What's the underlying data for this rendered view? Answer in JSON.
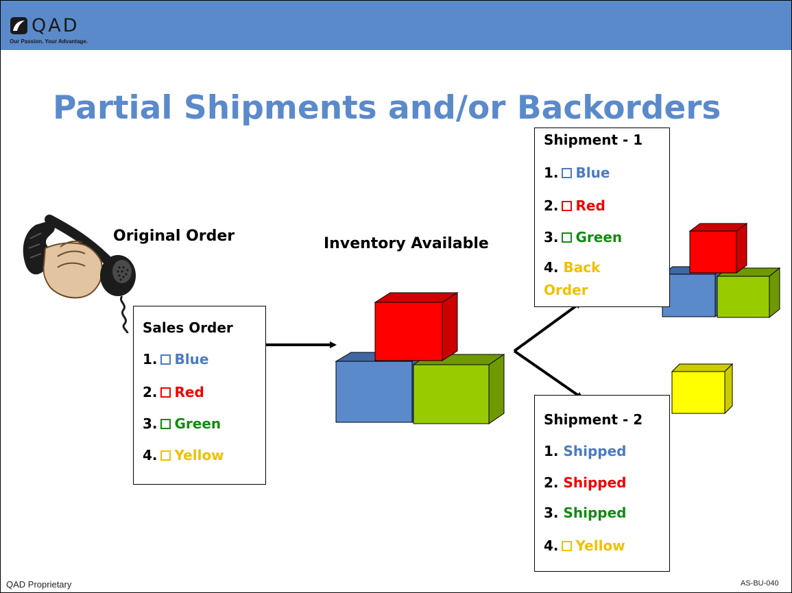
{
  "header": {
    "logo_text": "QAD",
    "tagline": "Our Passion. Your Advantage."
  },
  "title": "Partial Shipments and/or Backorders",
  "labels": {
    "original_order": "Original Order",
    "inventory_available": "Inventory Available"
  },
  "sales_order": {
    "heading": "Sales Order",
    "items": [
      {
        "num": "1.",
        "text": "Blue"
      },
      {
        "num": "2.",
        "text": "Red"
      },
      {
        "num": "3.",
        "text": "Green"
      },
      {
        "num": "4.",
        "text": "Yellow"
      }
    ]
  },
  "shipment1": {
    "heading": "Shipment - 1",
    "items": [
      {
        "num": "1.",
        "text": "Blue"
      },
      {
        "num": "2.",
        "text": "Red"
      },
      {
        "num": "3.",
        "text": "Green"
      },
      {
        "num": "4.",
        "text_line1": "Back",
        "text_line2": "Order"
      }
    ]
  },
  "shipment2": {
    "heading": "Shipment - 2",
    "items": [
      {
        "num": "1.",
        "text": "Shipped"
      },
      {
        "num": "2.",
        "text": "Shipped"
      },
      {
        "num": "3.",
        "text": "Shipped"
      },
      {
        "num": "4.",
        "text": "Yellow"
      }
    ]
  },
  "footer": {
    "left": "QAD Proprietary",
    "right": "AS-BU-040"
  },
  "colors": {
    "header": "#5b8acb",
    "blue": "#4a7bc0",
    "red": "#f00000",
    "green": "#138a13",
    "yellow": "#f0c000",
    "cube_blue": "#5b8acb",
    "cube_red": "#ff0000",
    "cube_green": "#99cc00",
    "cube_yellow": "#ffff00"
  },
  "icons": [
    "qad-logo-icon",
    "telephone-icon",
    "block-icon",
    "arrow-icon"
  ]
}
